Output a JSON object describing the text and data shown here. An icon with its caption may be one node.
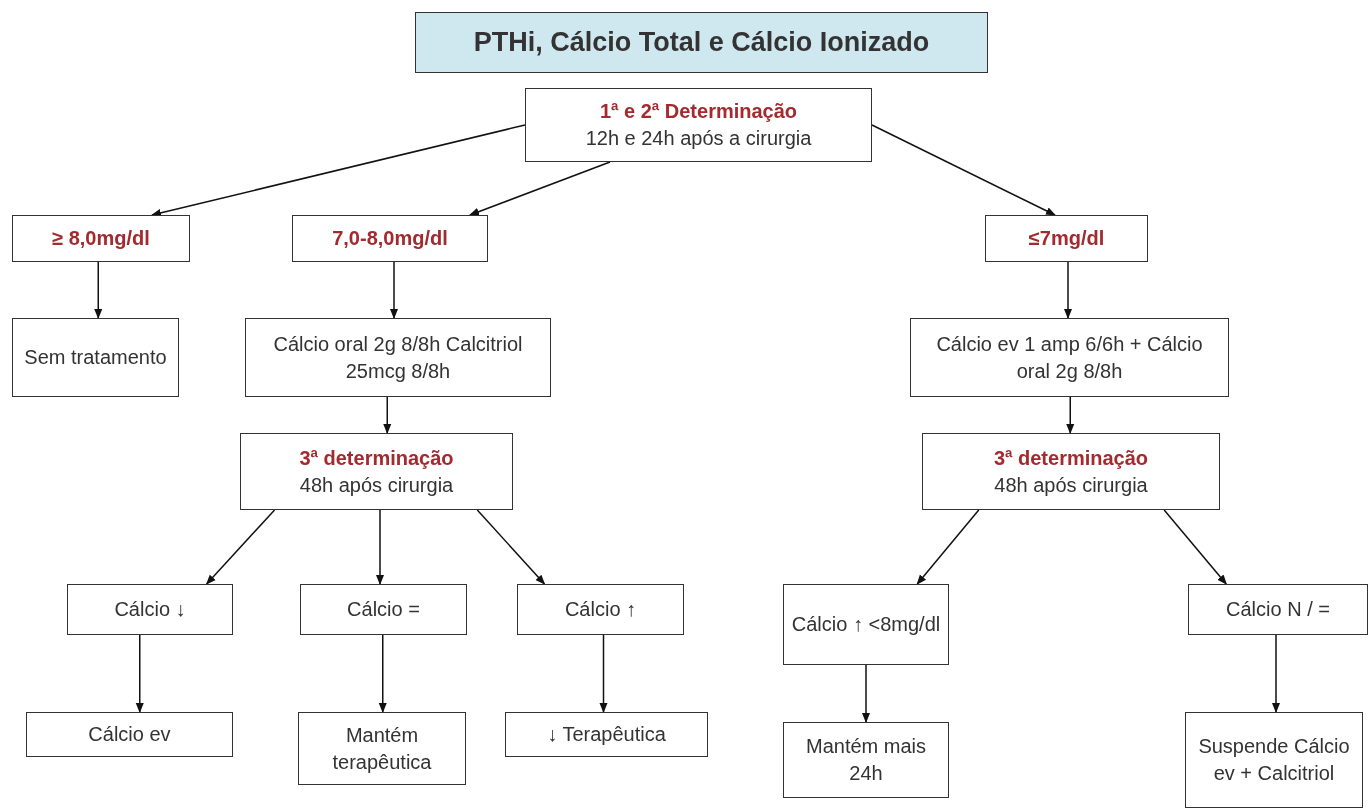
{
  "diagram": {
    "title": "PTHi, Cálcio Total e Cálcio Ionizado",
    "nodes": [
      {
        "text": [
          "1ª e 2ª Determinação",
          "12h e 24h após a cirurgia"
        ]
      },
      {
        "text": [
          "≥ 8,0mg/dl"
        ]
      },
      {
        "text": [
          "7,0-8,0mg/dl"
        ]
      },
      {
        "text": [
          "≤7mg/dl"
        ]
      },
      {
        "text": [
          "Sem tratamento"
        ]
      },
      {
        "text": [
          "Cálcio oral 2g 8/8h Calcitriol 25mcg 8/8h"
        ]
      },
      {
        "text": [
          "Cálcio ev 1 amp 6/6h + Cálcio oral 2g 8/8h"
        ]
      },
      {
        "text": [
          "3ª determinação",
          "48h após cirurgia"
        ]
      },
      {
        "text": [
          "3ª determinação",
          "48h após cirurgia"
        ]
      },
      {
        "text": [
          "Cálcio ↓"
        ]
      },
      {
        "text": [
          "Cálcio ="
        ]
      },
      {
        "text": [
          "Cálcio ↑"
        ]
      },
      {
        "text": [
          "Cálcio ↑ <8mg/dl"
        ]
      },
      {
        "text": [
          "Cálcio N / ="
        ]
      },
      {
        "text": [
          "Cálcio ev"
        ]
      },
      {
        "text": [
          "Mantém terapêutica"
        ]
      },
      {
        "text": [
          "↓ Terapêutica"
        ]
      },
      {
        "text": [
          "Mantém mais 24h"
        ]
      },
      {
        "text": [
          "Suspende Cálcio ev + Calcitriol"
        ]
      }
    ],
    "edges": [
      {
        "from": 0,
        "to": 1,
        "arrow": "to"
      },
      {
        "from": 0,
        "to": 2,
        "arrow": "to"
      },
      {
        "from": 0,
        "to": 3,
        "arrow": "to"
      },
      {
        "from": 1,
        "to": 4,
        "arrow": "to"
      },
      {
        "from": 2,
        "to": 5,
        "arrow": "to"
      },
      {
        "from": 5,
        "to": 7,
        "arrow": "to"
      },
      {
        "from": 3,
        "to": 6,
        "arrow": "to"
      },
      {
        "from": 6,
        "to": 8,
        "arrow": "to"
      },
      {
        "from": 7,
        "to": 9,
        "arrow": "to"
      },
      {
        "from": 7,
        "to": 10,
        "arrow": "to"
      },
      {
        "from": 7,
        "to": 11,
        "arrow": "to"
      },
      {
        "from": 8,
        "to": 12,
        "arrow": "to"
      },
      {
        "from": 8,
        "to": 13,
        "arrow": "to"
      },
      {
        "from": 9,
        "to": 14,
        "arrow": "to"
      },
      {
        "from": 10,
        "to": 15,
        "arrow": "to"
      },
      {
        "from": 11,
        "to": 16,
        "arrow": "to"
      },
      {
        "from": 12,
        "to": 17,
        "arrow": "to"
      },
      {
        "from": 13,
        "to": 18,
        "arrow": "to"
      }
    ]
  }
}
